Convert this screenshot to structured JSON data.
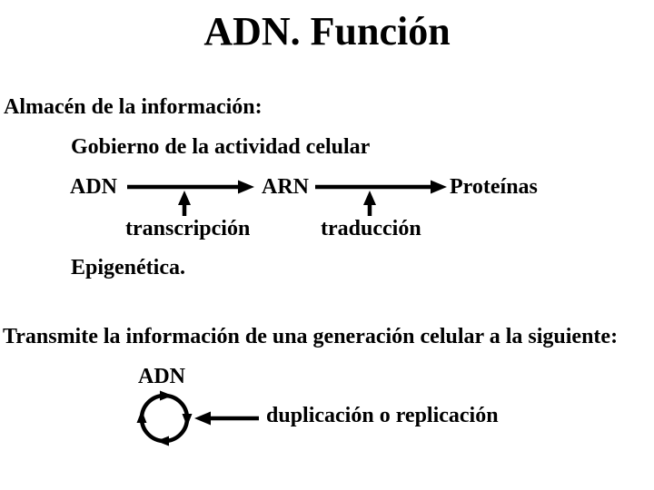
{
  "slide": {
    "title": "ADN. Función",
    "storage_section": {
      "heading": "Almacén de la información:",
      "subline": "Gobierno de la actividad celular",
      "epigenetics_line": "Epigenética.",
      "central_dogma": {
        "node_dna": "ADN",
        "node_rna": "ARN",
        "node_proteins": "Proteínas",
        "transcription_label": "transcripción",
        "translation_label": "traducción"
      }
    },
    "transmission_section": {
      "heading": "Transmite la información de una generación celular a la siguiente:",
      "replication_diagram": {
        "node_dna": "ADN",
        "replication_label": "duplicación o replicación"
      }
    },
    "icons": {
      "transcription_arrow": "arrow-right",
      "translation_arrow": "arrow-right",
      "transcription_up_arrow": "arrow-up",
      "translation_up_arrow": "arrow-up",
      "replication_arrow": "arrow-left",
      "dna_circle": "circle-with-arrowheads"
    },
    "colors": {
      "background": "#ffffff",
      "text": "#000000"
    }
  }
}
